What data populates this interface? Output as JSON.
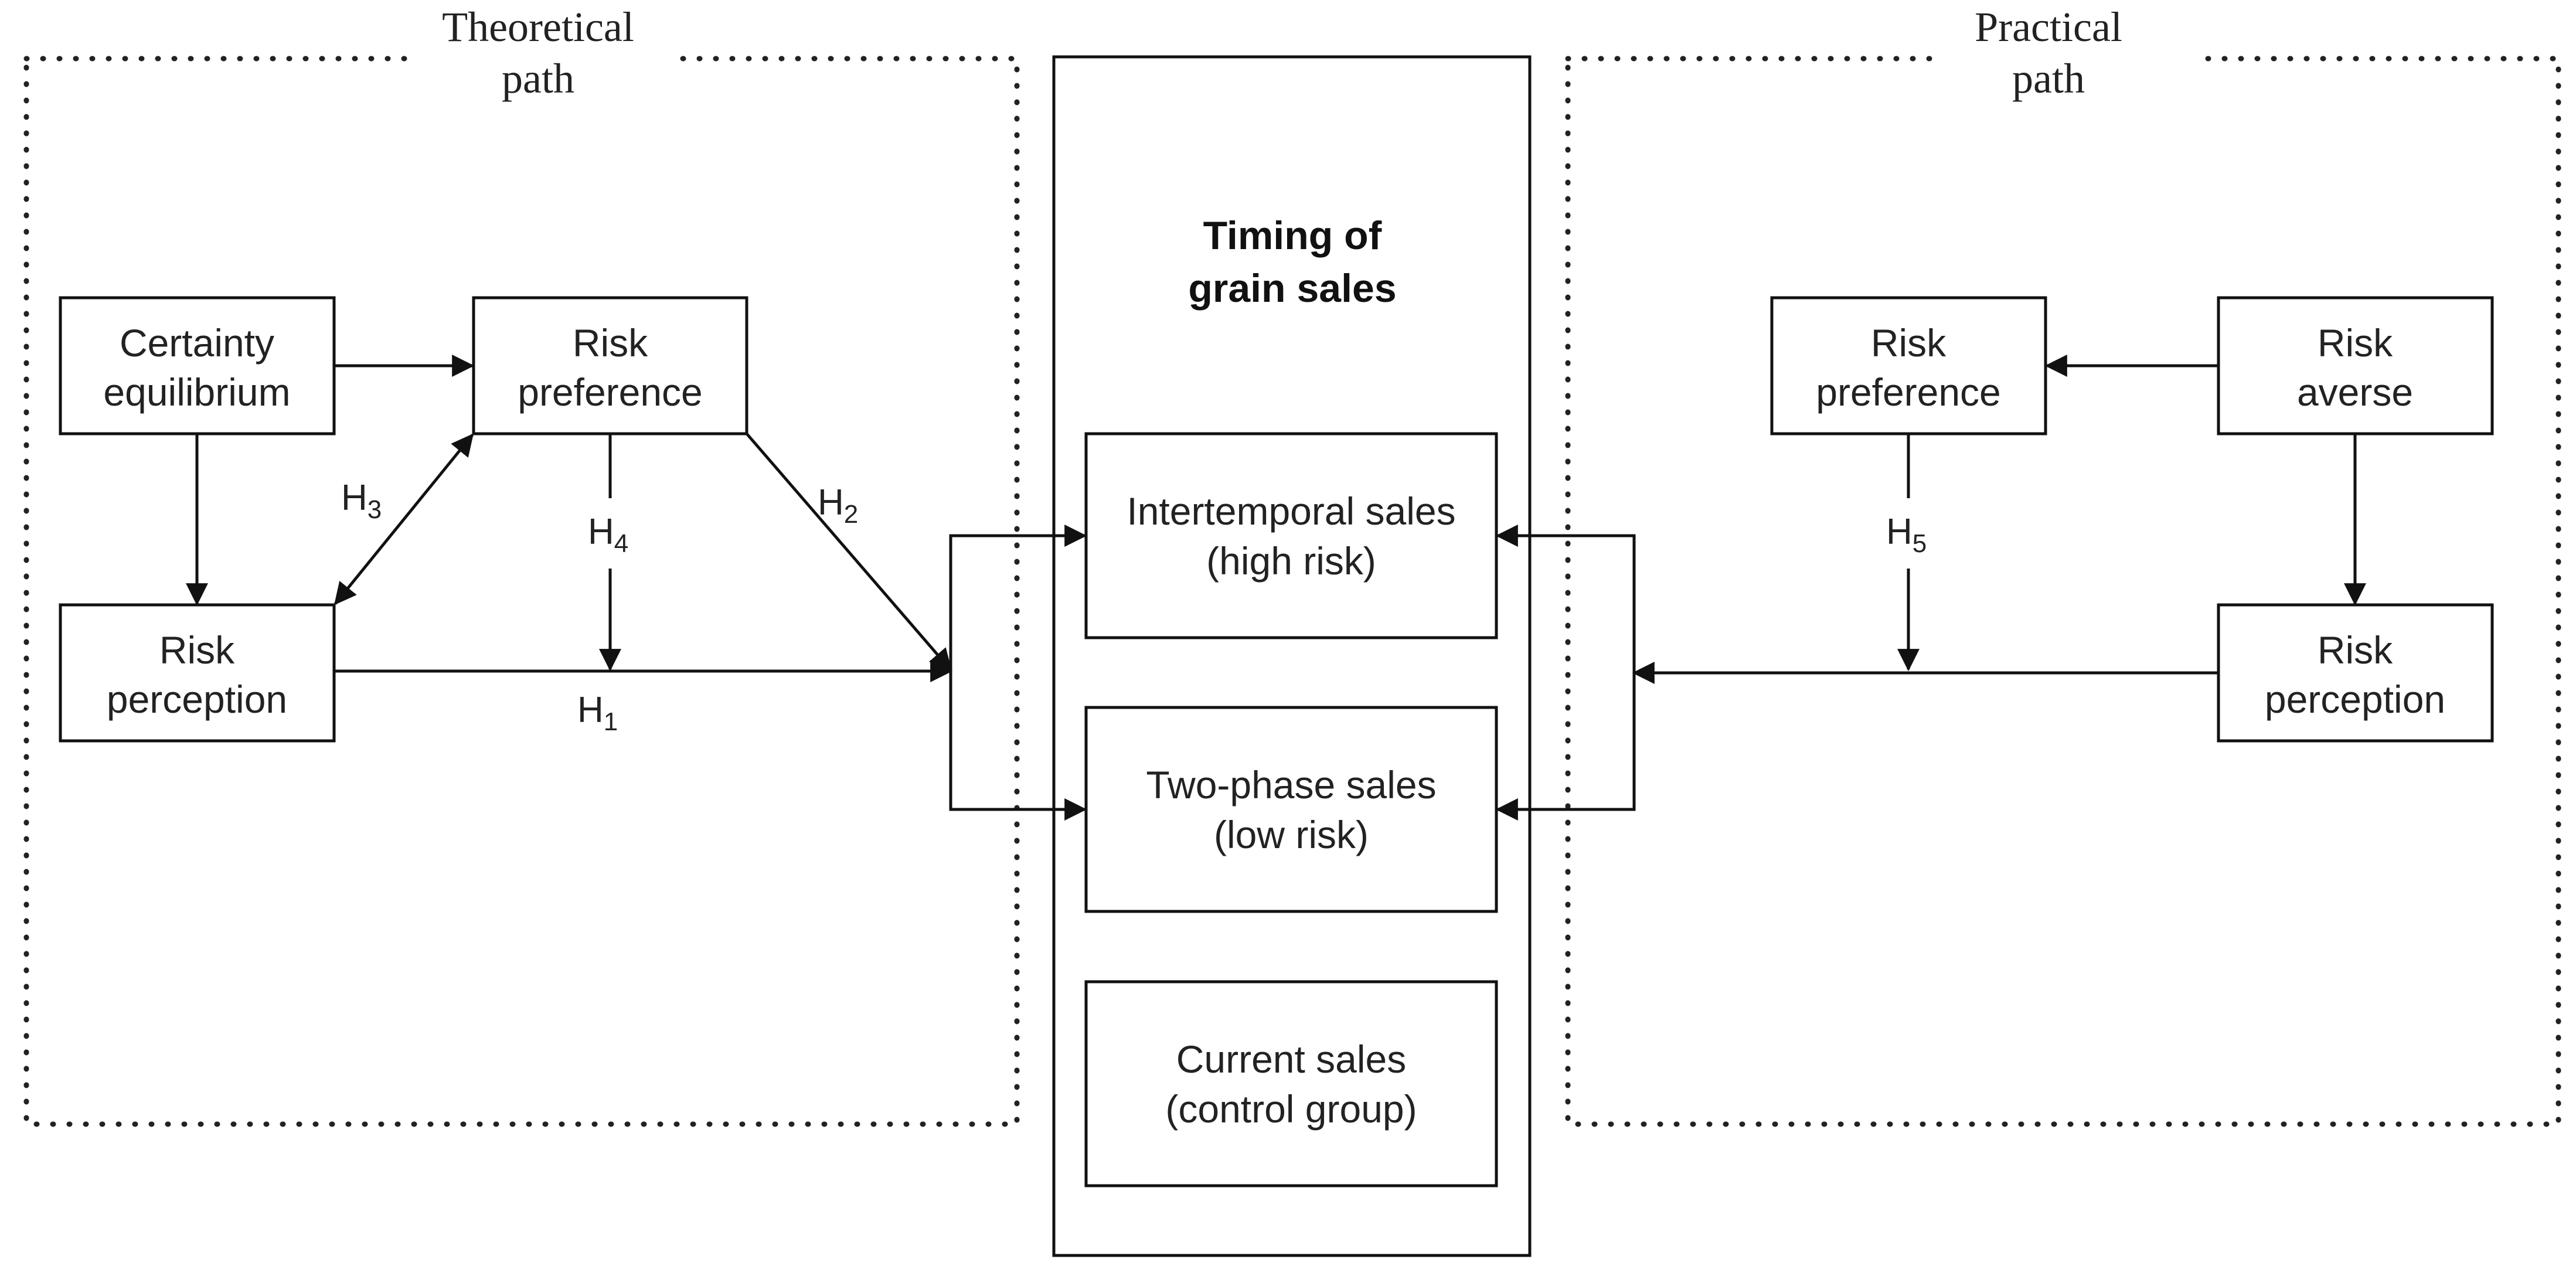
{
  "regions": {
    "theoretical_line1": "Theoretical",
    "theoretical_line2": "path",
    "practical_line1": "Practical",
    "practical_line2": "path"
  },
  "center": {
    "title_line1": "Timing of",
    "title_line2": "grain sales",
    "intertemporal_line1": "Intertemporal sales",
    "intertemporal_line2": "(high risk)",
    "twophase_line1": "Two-phase sales",
    "twophase_line2": "(low risk)",
    "current_line1": "Current sales",
    "current_line2": "(control group)"
  },
  "left": {
    "certainty_line1": "Certainty",
    "certainty_line2": "equilibrium",
    "riskpref_line1": "Risk",
    "riskpref_line2": "preference",
    "riskperc_line1": "Risk",
    "riskperc_line2": "perception"
  },
  "right": {
    "riskpref_line1": "Risk",
    "riskpref_line2": "preference",
    "averse_line1": "Risk",
    "averse_line2": "averse",
    "riskperc_line1": "Risk",
    "riskperc_line2": "perception"
  },
  "hypotheses": {
    "h_letter": "H",
    "h1": "1",
    "h2": "2",
    "h3": "3",
    "h4": "4",
    "h5": "5"
  }
}
